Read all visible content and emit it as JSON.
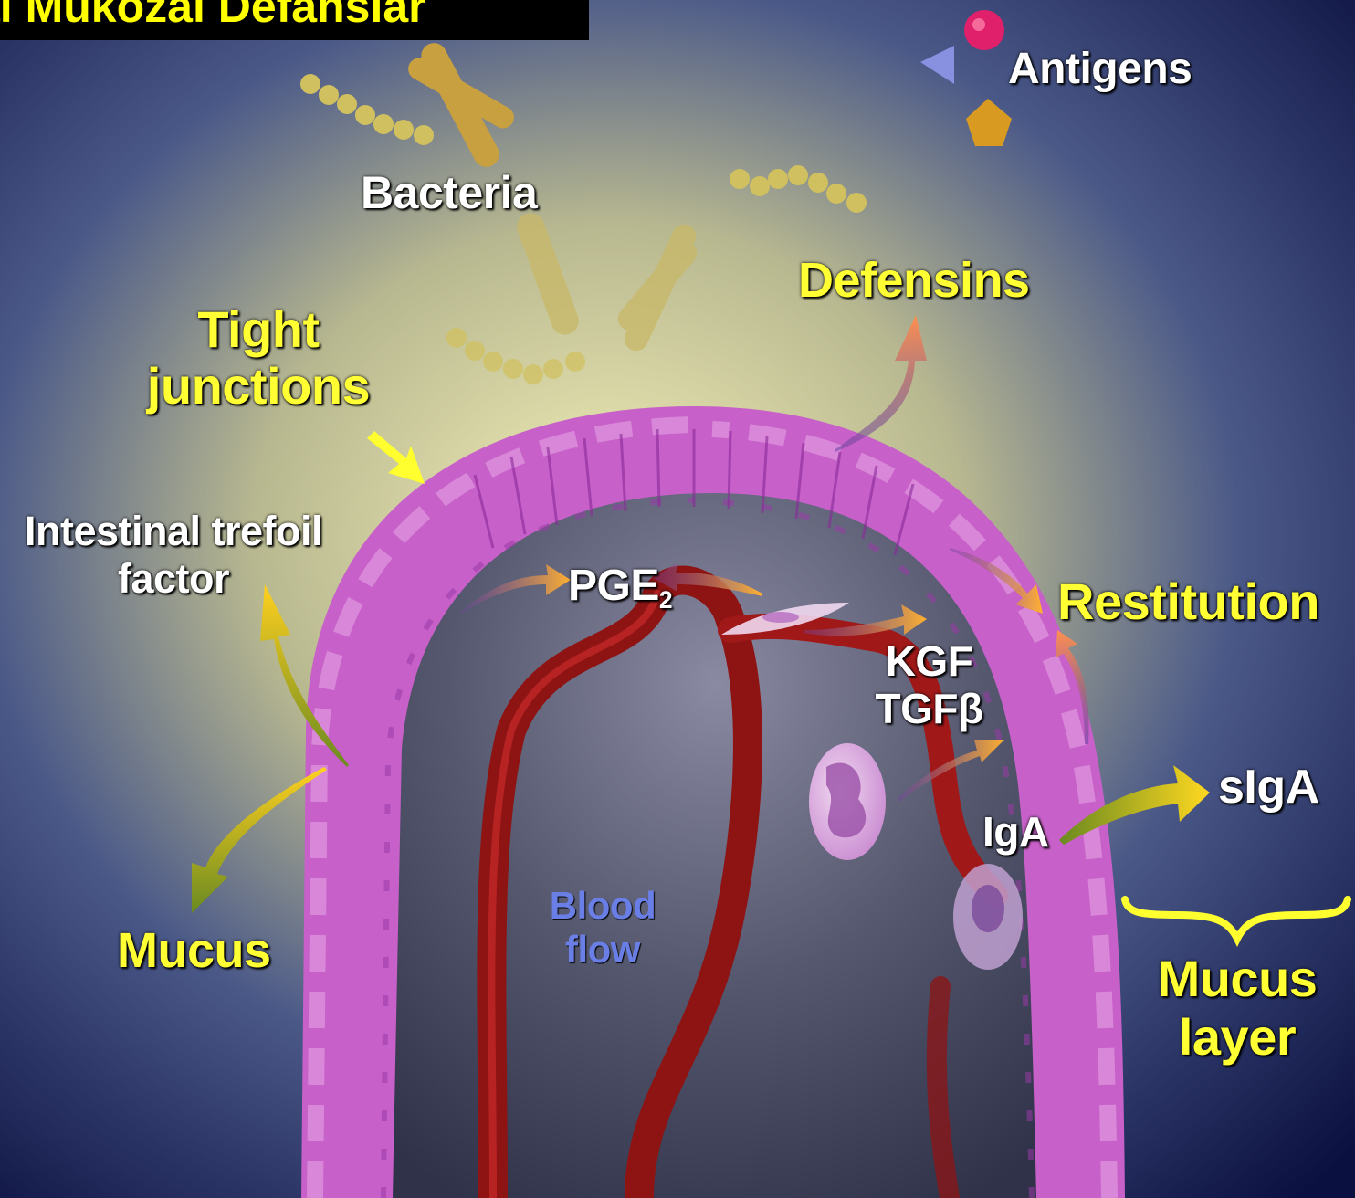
{
  "title": "al Mukozal Defansiar",
  "labels": {
    "antigens": "Antigens",
    "bacteria": "Bacteria",
    "defensins": "Defensins",
    "tight_junctions_1": "Tight",
    "tight_junctions_2": "junctions",
    "trefoil_1": "Intestinal trefoil",
    "trefoil_2": "factor",
    "pge": "PGE",
    "pge_sub": "2",
    "restitution": "Restitution",
    "kgf": "KGF",
    "tgf": "TGFβ",
    "siga": "sIgA",
    "iga": "IgA",
    "mucus": "Mucus",
    "blood_1": "Blood",
    "blood_2": "flow",
    "mucus_layer_1": "Mucus",
    "mucus_layer_2": "layer"
  },
  "colors": {
    "label_yellow": "#ffff33",
    "label_white": "#ffffff",
    "blood_flow_blue": "#6a7fe6",
    "epithelium": "#c85fc8",
    "vessel": "#a81818",
    "title_bg": "#000000",
    "title_text": "#ffff00"
  }
}
